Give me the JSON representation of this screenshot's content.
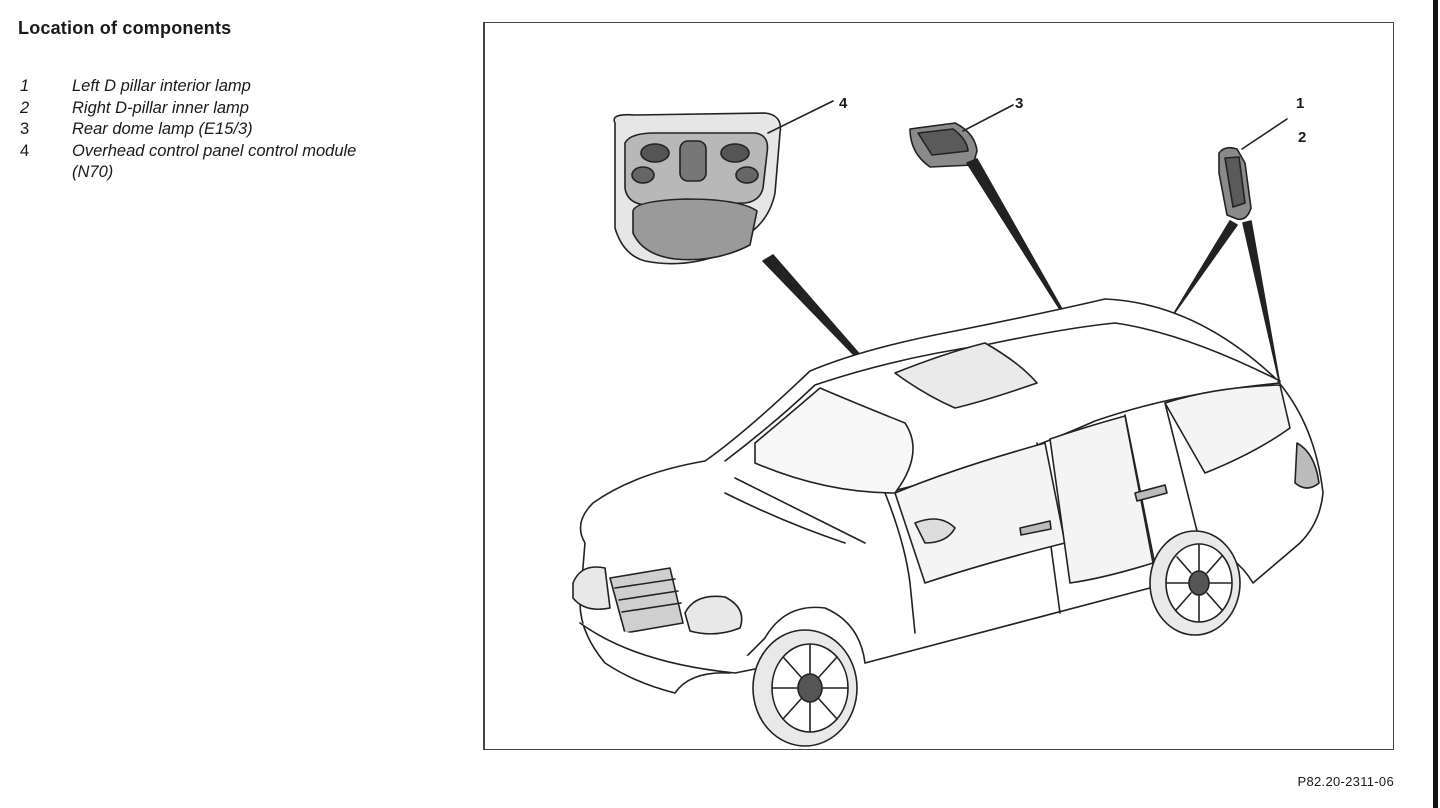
{
  "heading": "Location of components",
  "legend": [
    {
      "num": "1",
      "text": "Left D pillar interior lamp"
    },
    {
      "num": "2",
      "text": "Right D-pillar inner lamp"
    },
    {
      "num": "3",
      "text": "Rear dome lamp (E15/3)"
    },
    {
      "num": "4",
      "text": "Overhead control panel control module (N70)"
    }
  ],
  "figure": {
    "callouts": {
      "c1": "1",
      "c2": "2",
      "c3": "3",
      "c4": "4"
    },
    "ref_code": "P82.20-2311-06"
  }
}
